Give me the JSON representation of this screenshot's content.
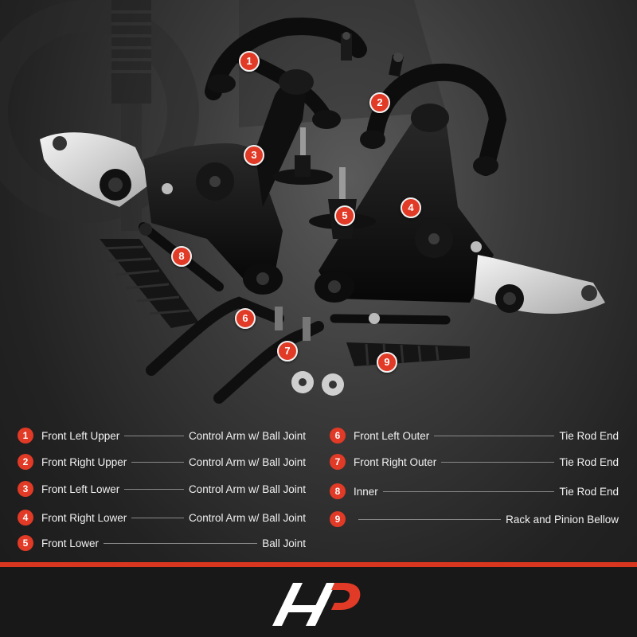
{
  "markers": [
    "1",
    "2",
    "3",
    "4",
    "5",
    "6",
    "7",
    "8",
    "9"
  ],
  "legend": [
    {
      "num": "1",
      "left": "Front Left Upper",
      "right": "Control Arm w/ Ball Joint"
    },
    {
      "num": "2",
      "left": "Front Right Upper",
      "right": "Control Arm w/ Ball Joint"
    },
    {
      "num": "3",
      "left": "Front Left Lower",
      "right": "Control Arm w/ Ball Joint"
    },
    {
      "num": "4",
      "left": "Front Right Lower",
      "right": "Control Arm w/ Ball Joint"
    },
    {
      "num": "5",
      "left": "Front Lower",
      "right": "Ball Joint"
    },
    {
      "num": "6",
      "left": "Front Left Outer",
      "right": "Tie Rod End"
    },
    {
      "num": "7",
      "left": "Front Right Outer",
      "right": "Tie Rod End"
    },
    {
      "num": "8",
      "left": "Inner",
      "right": "Tie Rod End"
    },
    {
      "num": "9",
      "left": "",
      "right": "Rack and Pinion Bellow"
    }
  ],
  "colors": {
    "accent": "#e13a26",
    "part_black": "#121212",
    "part_silver": "#d9d9d9"
  }
}
